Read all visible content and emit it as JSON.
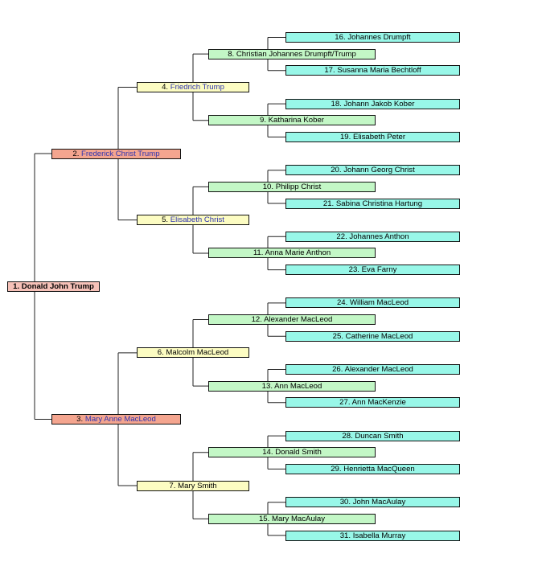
{
  "colors": {
    "gen1": "#f6c1b8",
    "gen2": "#f4a58f",
    "gen3": "#fcfcc2",
    "gen4": "#c3f7c6",
    "gen5": "#98f7e8",
    "link_text": "#2f33b0"
  },
  "persons": [
    {
      "id": 1,
      "name": "Donald John Trump",
      "linked": false,
      "bold": true
    },
    {
      "id": 2,
      "name": "Frederick Christ Trump",
      "linked": true
    },
    {
      "id": 3,
      "name": "Mary Anne MacLeod",
      "linked": true
    },
    {
      "id": 4,
      "name": "Friedrich Trump",
      "linked": true
    },
    {
      "id": 5,
      "name": "Elisabeth Christ",
      "linked": true
    },
    {
      "id": 6,
      "name": "Malcolm MacLeod",
      "linked": false
    },
    {
      "id": 7,
      "name": "Mary Smith",
      "linked": false
    },
    {
      "id": 8,
      "name": "Christian Johannes Drumpft/Trump",
      "linked": false
    },
    {
      "id": 9,
      "name": "Katharina Kober",
      "linked": false
    },
    {
      "id": 10,
      "name": "Philipp Christ",
      "linked": false
    },
    {
      "id": 11,
      "name": "Anna Marie Anthon",
      "linked": false
    },
    {
      "id": 12,
      "name": "Alexander MacLeod",
      "linked": false
    },
    {
      "id": 13,
      "name": "Ann MacLeod",
      "linked": false
    },
    {
      "id": 14,
      "name": "Donald Smith",
      "linked": false
    },
    {
      "id": 15,
      "name": "Mary MacAulay",
      "linked": false
    },
    {
      "id": 16,
      "name": "Johannes Drumpft",
      "linked": false
    },
    {
      "id": 17,
      "name": "Susanna Maria Bechtloff",
      "linked": false
    },
    {
      "id": 18,
      "name": "Johann Jakob Kober",
      "linked": false
    },
    {
      "id": 19,
      "name": "Elisabeth Peter",
      "linked": false
    },
    {
      "id": 20,
      "name": "Johann Georg Christ",
      "linked": false
    },
    {
      "id": 21,
      "name": "Sabina Christina Hartung",
      "linked": false
    },
    {
      "id": 22,
      "name": "Johannes Anthon",
      "linked": false
    },
    {
      "id": 23,
      "name": "Eva Farny",
      "linked": false
    },
    {
      "id": 24,
      "name": "William MacLeod",
      "linked": false
    },
    {
      "id": 25,
      "name": "Catherine MacLeod",
      "linked": false
    },
    {
      "id": 26,
      "name": "Alexander MacLeod",
      "linked": false
    },
    {
      "id": 27,
      "name": "Ann MacKenzie",
      "linked": false
    },
    {
      "id": 28,
      "name": "Duncan Smith",
      "linked": false
    },
    {
      "id": 29,
      "name": "Henrietta MacQueen",
      "linked": false
    },
    {
      "id": 30,
      "name": "John MacAulay",
      "linked": false
    },
    {
      "id": 31,
      "name": "Isabella Murray",
      "linked": false
    }
  ]
}
